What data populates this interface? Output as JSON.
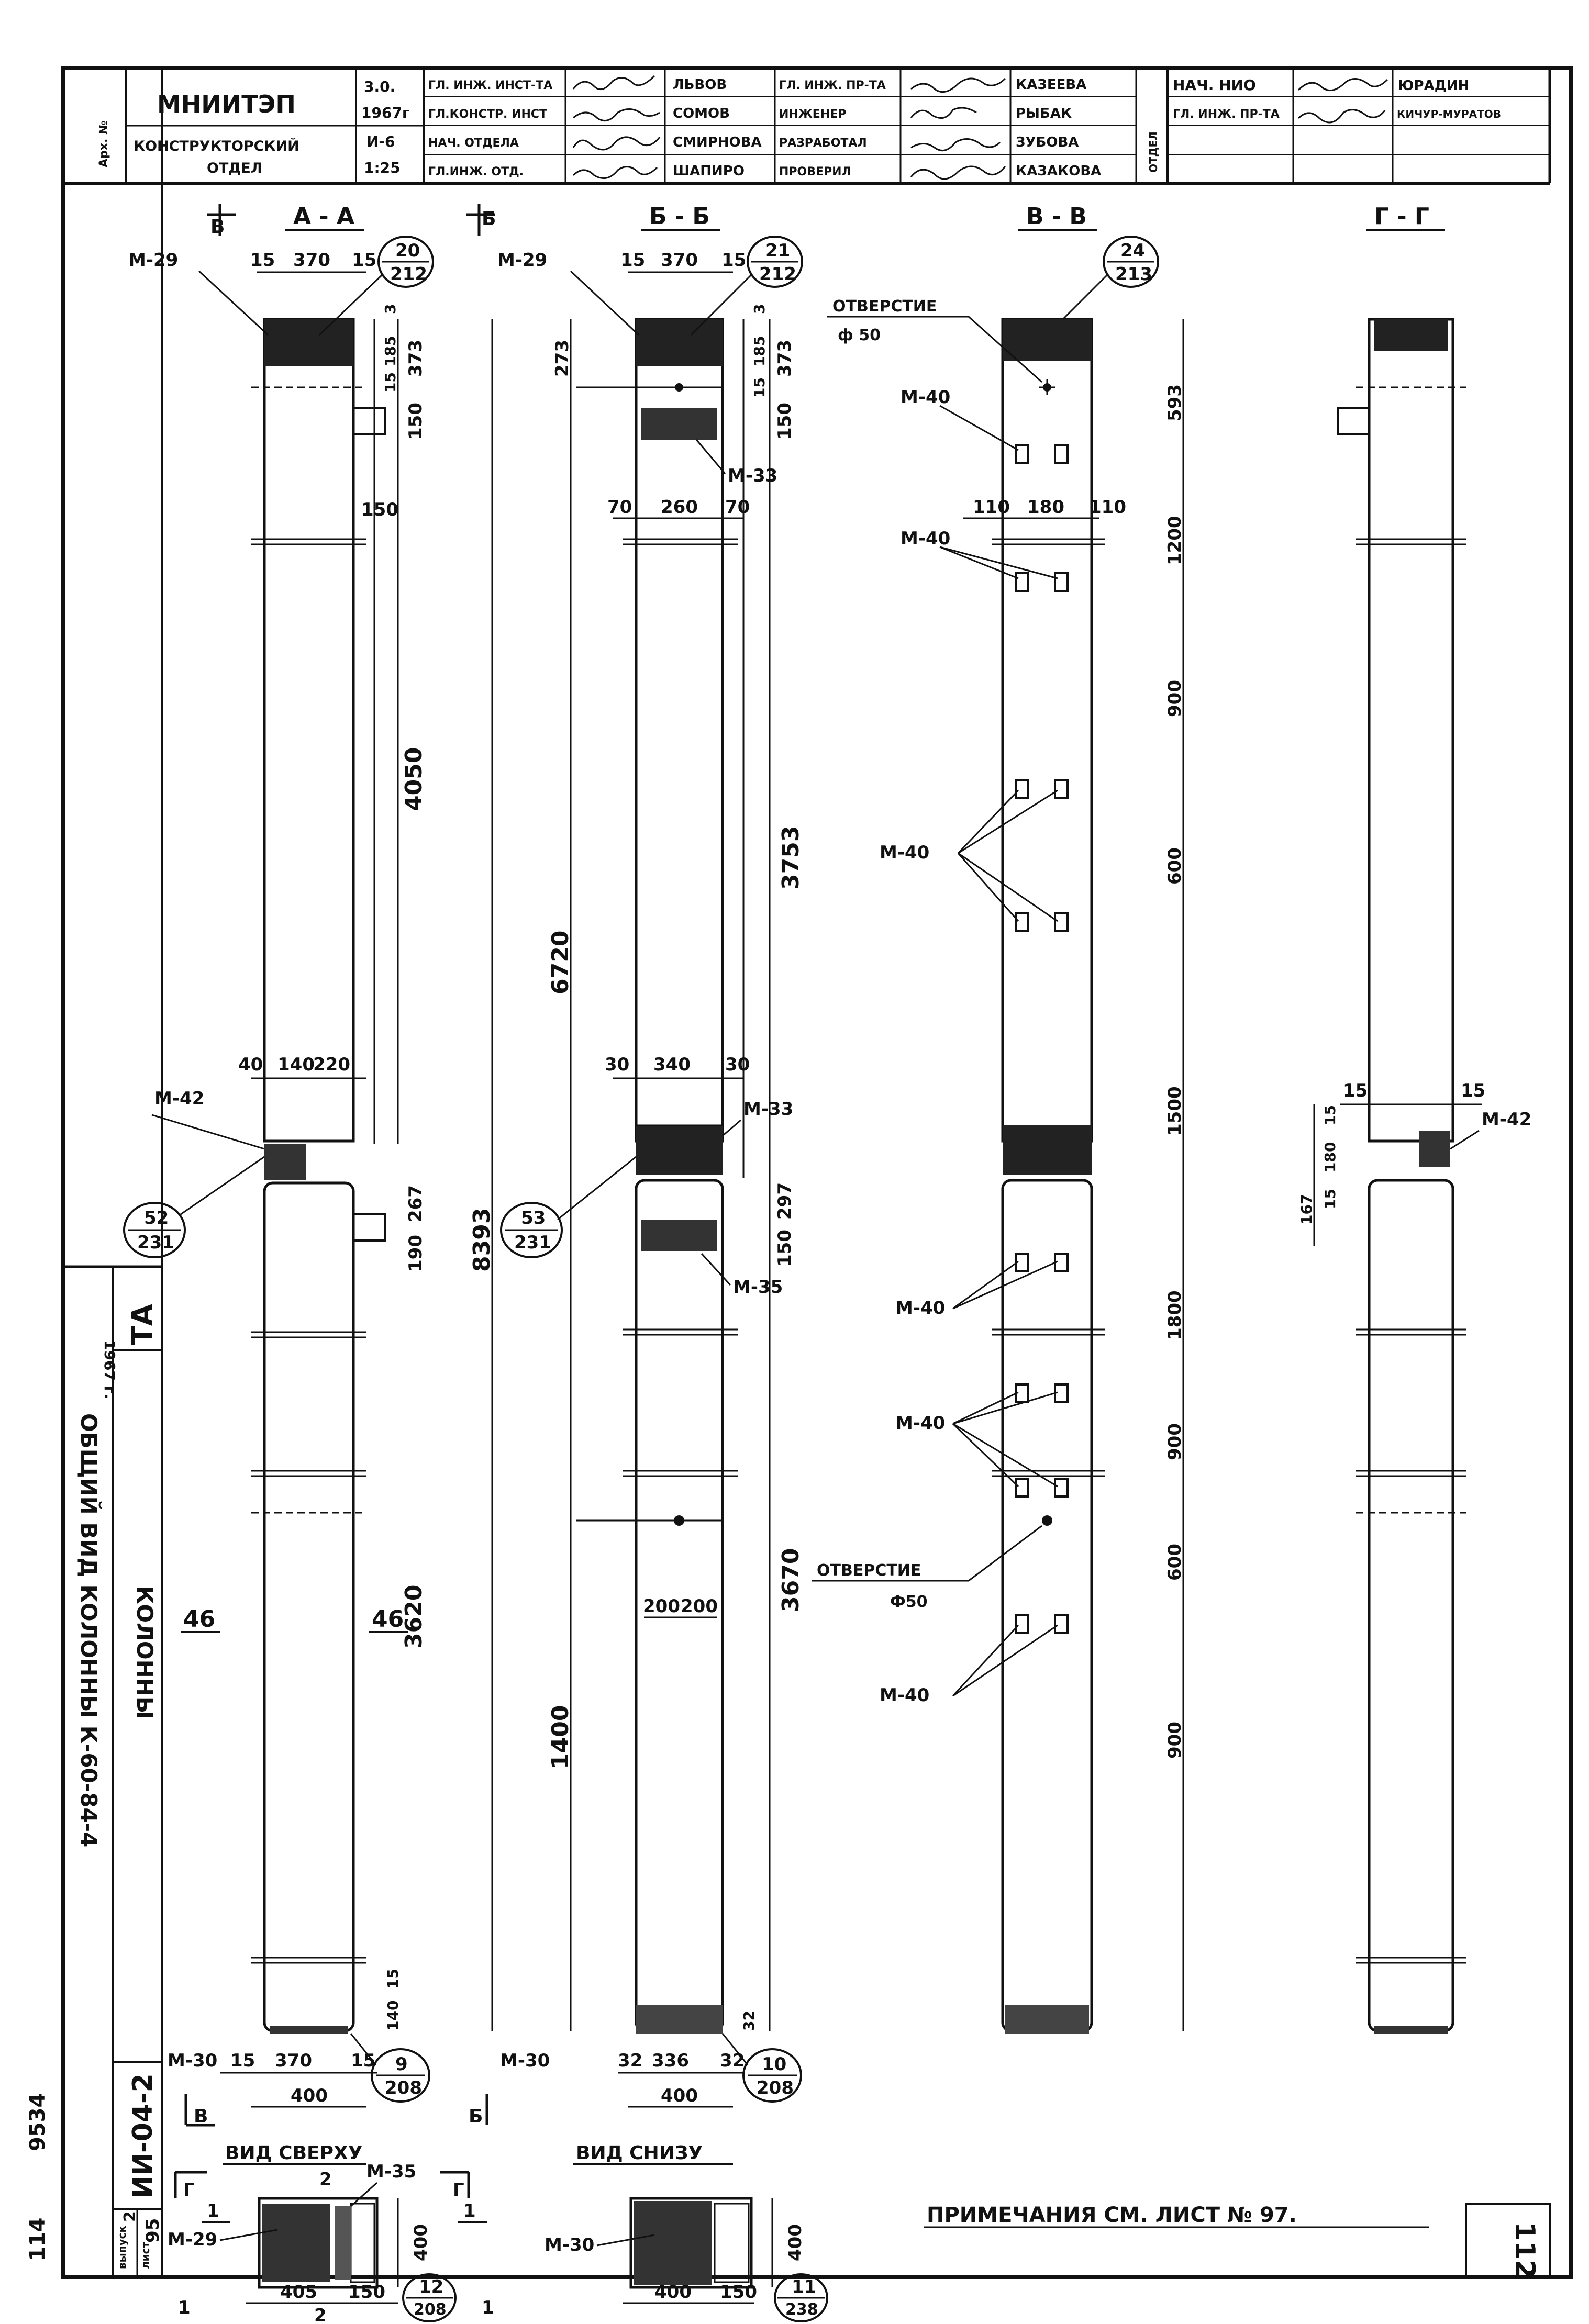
{
  "title_block": {
    "institute": "МНИИТЭП",
    "department_line1": "КОНСТРУКТОРСКИЙ",
    "department_line2": "ОТДЕЛ",
    "year_top": "3.0.",
    "year": "1967г",
    "sheet_code": "И-6",
    "scale": "1:25",
    "rows": [
      {
        "role": "ГЛ. ИНЖ. ИНСТ-ТА",
        "name": "ЛЬВОВ"
      },
      {
        "role": "ГЛ.КОНСТР. ИНСТ",
        "name": "СОМОВ"
      },
      {
        "role": "НАЧ. ОТДЕЛА",
        "name": "СМИРНОВА"
      },
      {
        "role": "ГЛ.ИНЖ. ОТД.",
        "name": "ШАПИРО"
      }
    ],
    "rows2": [
      {
        "role": "ГЛ. ИНЖ. ПР-ТА",
        "name": "КАЗЕЕВА"
      },
      {
        "role": "ИНЖЕНЕР",
        "name": "РЫБАК"
      },
      {
        "role": "РАЗРАБОТАЛ",
        "name": "ЗУБОВА"
      },
      {
        "role": "ПРОВЕРИЛ",
        "name": "КАЗАКОВА"
      }
    ],
    "vertical_label": "ОТДЕЛ",
    "rows3": [
      {
        "role": "НАЧ. НИО",
        "name": "ЮРАДИН"
      },
      {
        "role": "ГЛ. ИНЖ. ПР-ТА",
        "name": "КИЧУР-МУРАТОВ"
      }
    ],
    "corner": "Арх. №"
  },
  "sections": {
    "aa": "А - А",
    "bb": "Б - Б",
    "vv": "В - В",
    "gg": "Г - Г"
  },
  "marks": {
    "m29": "М-29",
    "m33": "М-33",
    "m35": "М-35",
    "m40": "М-40",
    "m42": "М-42",
    "m30": "М-30",
    "opening": "ОТВЕРСТИЕ",
    "phi50a": "ф 50",
    "phi50b": "Ф50",
    "n46": "46"
  },
  "dims": {
    "d15": "15",
    "d370": "370",
    "d185": "185",
    "d3": "3",
    "d373": "373",
    "d150": "150",
    "d4050": "4050",
    "d40": "40",
    "d140": "140",
    "d220": "220",
    "d267": "267",
    "d190": "190",
    "d8393": "8393",
    "d3620": "3620",
    "d400": "400",
    "d273": "273",
    "d70": "70",
    "d260": "260",
    "d6720": "6720",
    "d3753": "3753",
    "d30": "30",
    "d340": "340",
    "d297": "297",
    "d3670": "3670",
    "d200": "200",
    "d1400": "1400",
    "d32": "32",
    "d336": "336",
    "d593": "593",
    "d110": "110",
    "d180": "180",
    "d1200": "1200",
    "d900": "900",
    "d600": "600",
    "d1500": "1500",
    "d1800": "1800",
    "d167": "167",
    "d405": "405"
  },
  "callouts": {
    "c20": {
      "top": "20",
      "bottom": "212"
    },
    "c21": {
      "top": "21",
      "bottom": "212"
    },
    "c24": {
      "top": "24",
      "bottom": "213"
    },
    "c52": {
      "top": "52",
      "bottom": "231"
    },
    "c53": {
      "top": "53",
      "bottom": "231"
    },
    "c9": {
      "top": "9",
      "bottom": "208"
    },
    "c10": {
      "top": "10",
      "bottom": "208"
    },
    "c12": {
      "top": "12",
      "bottom": "208"
    },
    "c11": {
      "top": "11",
      "bottom": "238"
    }
  },
  "views": {
    "top": "ВИД СВЕРХУ",
    "bottom": "ВИД СНИЗУ"
  },
  "cut_marks": {
    "v": "В",
    "b": "Б",
    "g": "Г",
    "one": "1",
    "two": "2"
  },
  "note": "ПРИМЕЧАНИЯ  СМ. ЛИСТ № 97.",
  "side_stamp": {
    "ta": "ТА",
    "year": "1967 г.",
    "title1": "ОБЩИЙ ВИД КОЛОННЫ К-60-84-4",
    "title2": "КОЛОННЫ",
    "series": "ИИ-04-2",
    "issue_label": "выпуск",
    "issue": "2",
    "sheet_label": "лист",
    "sheet": "95"
  },
  "page_number": "112",
  "margin_notes": {
    "archive": "9534",
    "extra": "114"
  }
}
